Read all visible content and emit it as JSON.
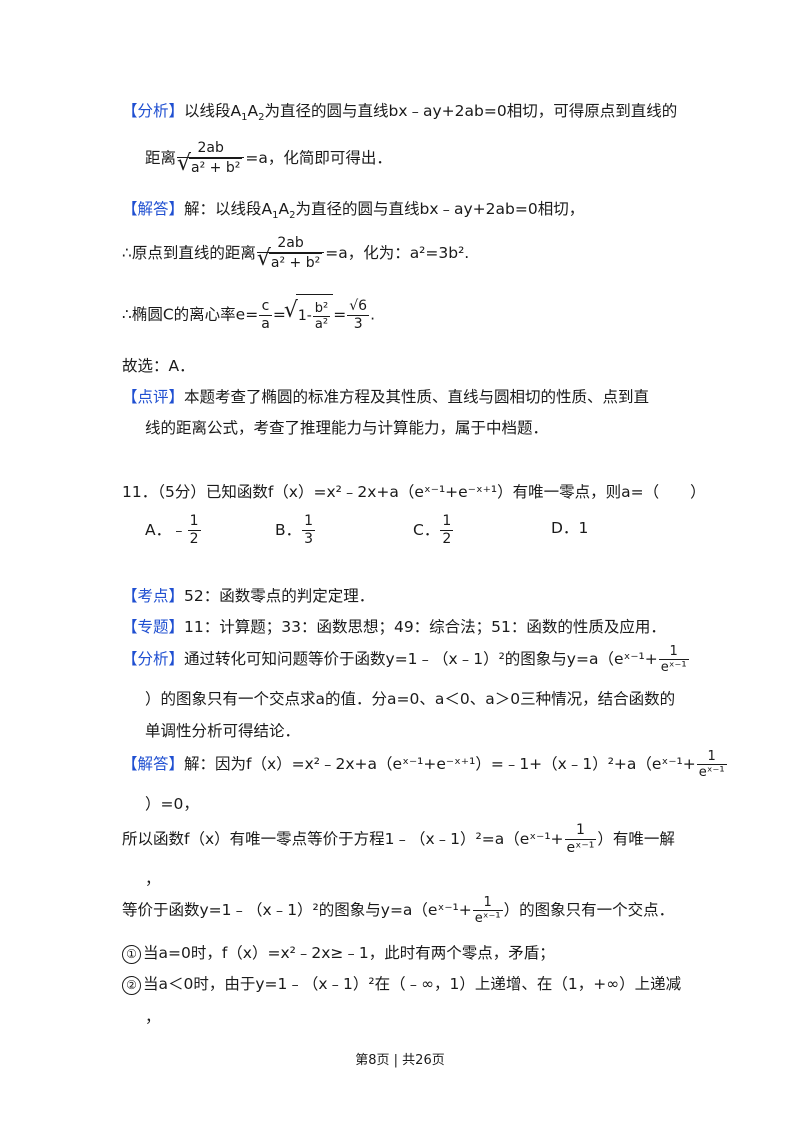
{
  "tags": {
    "fenxi": "【分析】",
    "jieda": "【解答】",
    "dianping": "【点评】",
    "kaodian": "【考点】",
    "zhuanti": "【专题】"
  },
  "p10": {
    "fenxi_line1_a": "以线段A",
    "fenxi_line1_b": "为直径的圆与直线bx﹣ay+2ab=0相切，可得原点到直线的",
    "fenxi_line2_prefix": "距离",
    "frac_num": "2ab",
    "sqrt_rad": "a² + b²",
    "fenxi_line2_suffix": "=a，化简即可得出．",
    "jieda_line1_a": "解：以线段A",
    "jieda_line1_b": "为直径的圆与直线bx﹣ay+2ab=0相切，",
    "line_origin_prefix": "∴原点到直线的距离",
    "line_origin_suffix": "=a，化为：a²=3b².",
    "line_e_prefix": "∴椭圆C的离心率e=",
    "e_num": "c",
    "e_den": "a",
    "e_mid": "=",
    "e_sqrt_prefix": "1-",
    "b2": "b²",
    "a2": "a²",
    "e_eq": "=",
    "e_num2": "√6",
    "e_den2": "3",
    "e_end": ".",
    "guxuan": "故选：A．",
    "dianping_line1": "本题考查了椭圆的标准方程及其性质、直线与圆相切的性质、点到直",
    "dianping_line2": "线的距离公式，考查了推理能力与计算能力，属于中档题．"
  },
  "q11": {
    "stem": "11．（5分）已知函数f（x）=x²﹣2x+a（eˣ⁻¹+e⁻ˣ⁺¹）有唯一零点，则a=（　　）",
    "options": [
      {
        "label": "A．",
        "sign": "﹣",
        "num": "1",
        "den": "2"
      },
      {
        "label": "B．",
        "sign": "",
        "num": "1",
        "den": "3"
      },
      {
        "label": "C．",
        "sign": "",
        "num": "1",
        "den": "2"
      },
      {
        "label": "D．",
        "text": "1"
      }
    ],
    "kaodian": "52：函数零点的判定定理．",
    "zhuanti": "11：计算题；33：函数思想；49：综合法；51：函数的性质及应用．",
    "fenxi_line1": "通过转化可知问题等价于函数y=1﹣（x﹣1）²的图象与y=a（eˣ⁻¹+",
    "frac1": "1",
    "fracex": "eˣ⁻¹",
    "fenxi_line2": "）的图象只有一个交点求a的值．分a=0、a＜0、a＞0三种情况，结合函数的",
    "fenxi_line3": "单调性分析可得结论．",
    "jieda_line1": "解：因为f（x）=x²﹣2x+a（eˣ⁻¹+e⁻ˣ⁺¹）=﹣1+（x﹣1）²+a（eˣ⁻¹+",
    "jieda_line2": "）=0，",
    "line_suoyi": "所以函数f（x）有唯一零点等价于方程1﹣（x﹣1）²=a（eˣ⁻¹+",
    "line_suoyi_end": "）有唯一解",
    "comma": "，",
    "line_dengjia": "等价于函数y=1﹣（x﹣1）²的图象与y=a（eˣ⁻¹+",
    "line_dengjia_end": "）的图象只有一个交点．",
    "c1": "①",
    "case1": "当a=0时，f（x）=x²﹣2x≥﹣1，此时有两个零点，矛盾；",
    "c2": "②",
    "case2": "当a＜0时，由于y=1﹣（x﹣1）²在（﹣∞，1）上递增、在（1，+∞）上递减",
    "comma2": "，"
  },
  "footer": "第8页 | 共26页"
}
